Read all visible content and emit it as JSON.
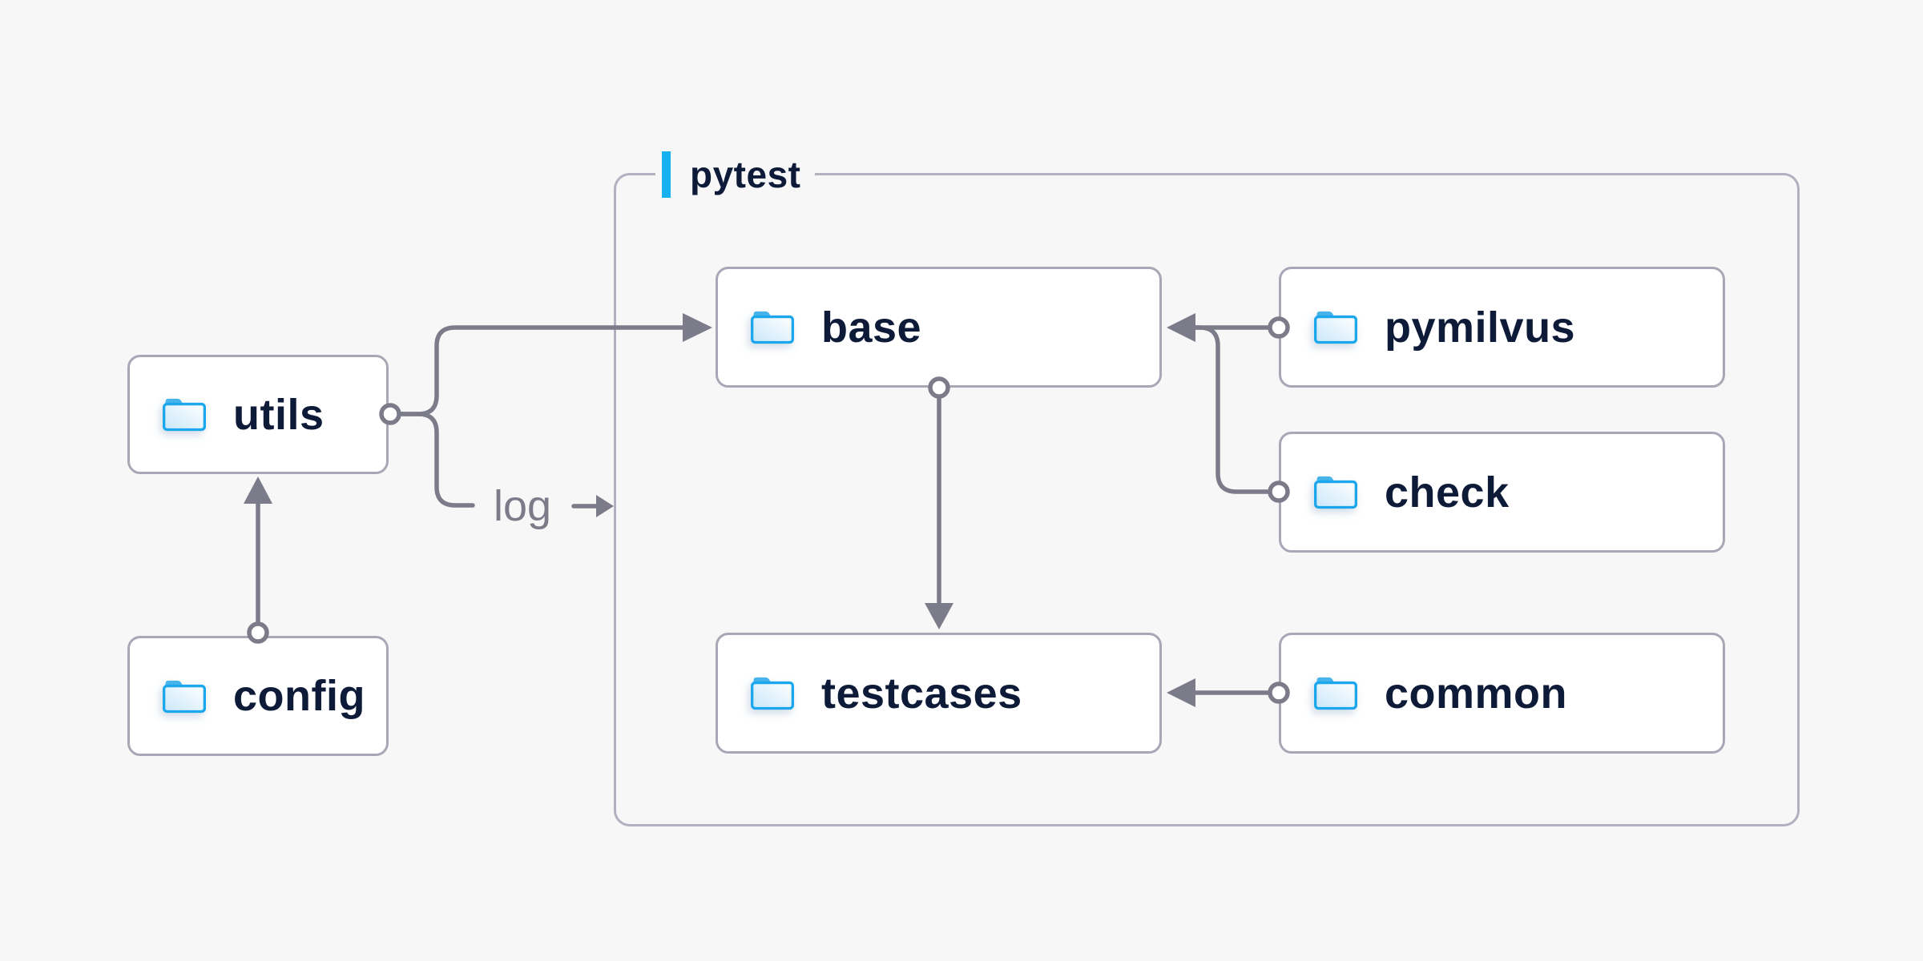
{
  "page": {
    "background": "#f7f7f8"
  },
  "palette": {
    "accent_blue": "#17b0f1",
    "folder_blue": "#1ca7ec",
    "folder_tab_blue": "#47b3eb",
    "folder_fill_light": "#cbe8fa",
    "wire_gray": "#7b7b89",
    "node_border_gray": "#a7a7b5",
    "group_border_gray": "#b1b1bf",
    "node_background": "#ffffff",
    "label_navy": "#0d1b38"
  },
  "group": {
    "label": "pytest",
    "children": [
      "base",
      "pymilvus",
      "check",
      "testcases",
      "common"
    ]
  },
  "nodes": {
    "utils": {
      "label": "utils",
      "icon": "folder-icon"
    },
    "config": {
      "label": "config",
      "icon": "folder-icon"
    },
    "base": {
      "label": "base",
      "icon": "folder-icon"
    },
    "pymilvus": {
      "label": "pymilvus",
      "icon": "folder-icon"
    },
    "check": {
      "label": "check",
      "icon": "folder-icon"
    },
    "testcases": {
      "label": "testcases",
      "icon": "folder-icon"
    },
    "common": {
      "label": "common",
      "icon": "folder-icon"
    }
  },
  "edges": [
    {
      "from": "config",
      "to": "utils",
      "style": "arrow",
      "label": ""
    },
    {
      "from": "utils",
      "to": "base",
      "style": "arrow",
      "label": ""
    },
    {
      "from": "utils",
      "to": "pytest-group",
      "style": "arrow",
      "label": "log"
    },
    {
      "from": "pymilvus",
      "to": "base",
      "style": "arrow",
      "label": ""
    },
    {
      "from": "check",
      "to": "base",
      "style": "arrow",
      "label": ""
    },
    {
      "from": "base",
      "to": "testcases",
      "style": "arrow",
      "label": ""
    },
    {
      "from": "common",
      "to": "testcases",
      "style": "arrow",
      "label": ""
    }
  ]
}
